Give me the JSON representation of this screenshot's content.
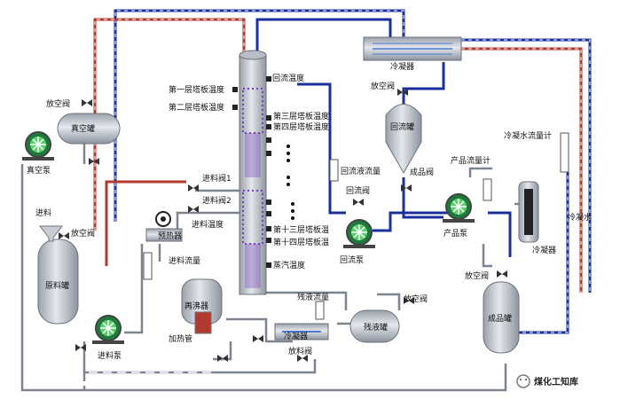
{
  "labels": {
    "vacuum_tank": "真空罐",
    "vacuum_pump": "真空泵",
    "vent_valve_top": "放空阀",
    "reflux_temp": "回流温度",
    "tray1_temp": "第一层塔板温度",
    "tray2_temp": "第二层塔板温度",
    "tray3_temp": "第三层塔板温度",
    "tray4_temp": "第四层塔板温度",
    "tray13_temp": "第十三层塔板温",
    "tray14_temp": "第十四层塔板温",
    "steam_temp": "蒸汽温度",
    "condenser_top": "冷凝器",
    "vent_valve_reflux": "放空阀",
    "reflux_tank": "回流罐",
    "reflux_flow": "回流液流量",
    "reflux_valve": "回流阀",
    "reflux_pump": "回流泵",
    "product_valve": "成品阀",
    "product_flow_meter": "产品流量计",
    "product_pump": "产品泵",
    "cooling_water_flow": "冷凝水流量计",
    "cooling_water": "冷凝水",
    "condenser_right": "冷凝器",
    "feed_valve1": "进料阀1",
    "feed_valve2": "进料阀2",
    "feed_temp": "进料温度",
    "preheater": "预热器",
    "feed": "进料",
    "vent_valve_raw": "放空阀",
    "raw_tank": "原料罐",
    "feed_pump": "进料泵",
    "feed_flow": "进料流量",
    "reboiler": "再沸器",
    "heating_tube": "加热管",
    "residue_flow": "残液流量",
    "vent_valve_residue": "放空阀",
    "residue_tank": "残液罐",
    "condenser_bottom": "冷凝器",
    "discharge_valve": "放料阀",
    "vent_valve_product": "放空阀",
    "product_tank": "成品罐",
    "watermark": "煤化工知库"
  },
  "colors": {
    "pipe_blue": "#1a2f9c",
    "pipe_red": "#b23a2e",
    "pipe_grey": "#7d8590",
    "vessel": "#c9ced6",
    "column_purple": "#7a3fc4",
    "pump_green": "#28b34a"
  },
  "icons": {
    "valve": "valve-icon",
    "pump": "pump-icon",
    "gauge": "gauge-icon"
  }
}
